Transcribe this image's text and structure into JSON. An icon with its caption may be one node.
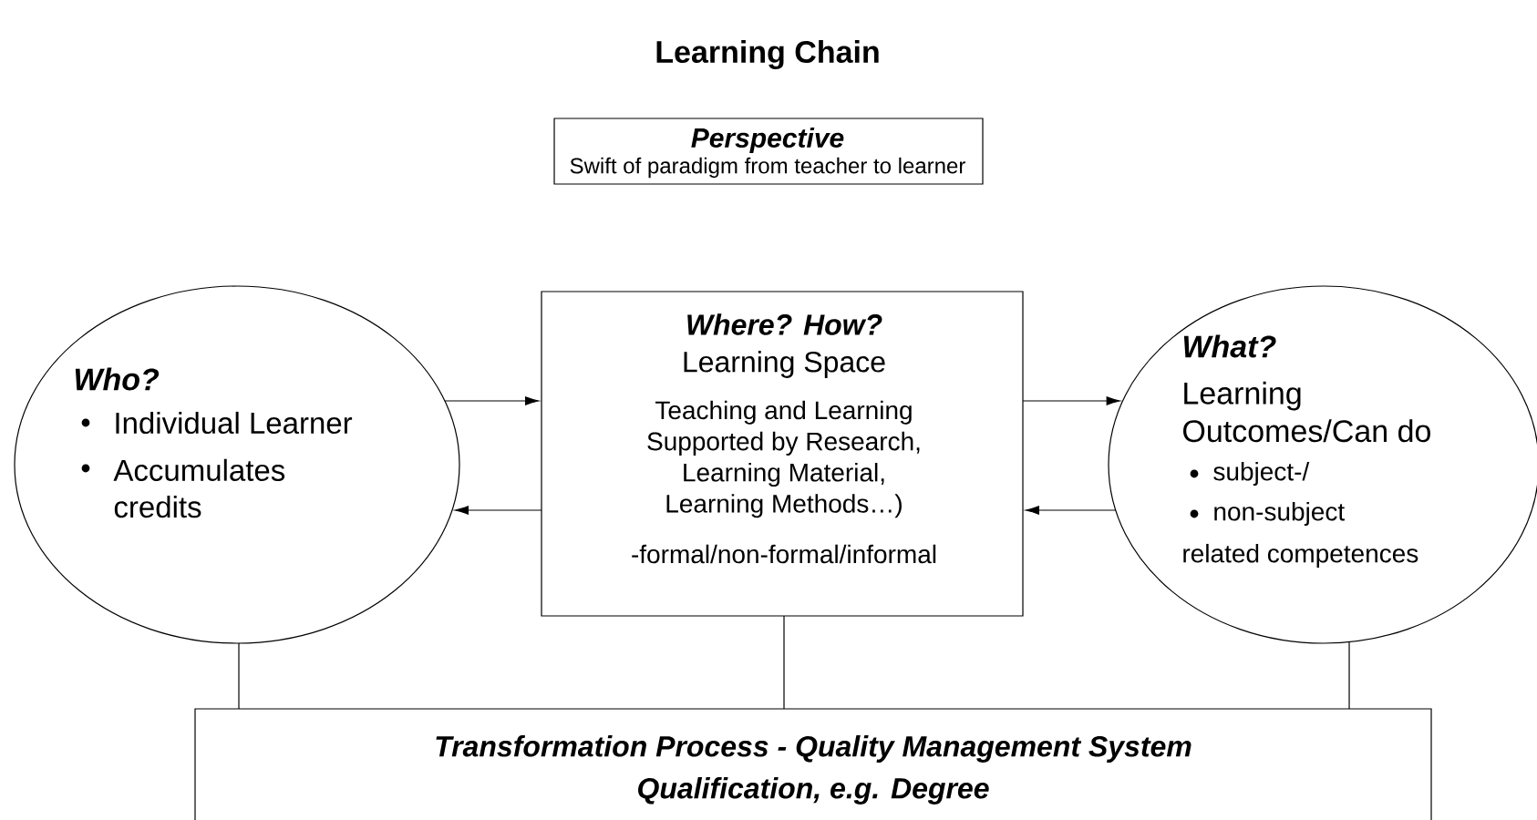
{
  "diagram": {
    "title": "Learning Chain",
    "nodes": [
      {
        "text": [
          "Perspective",
          "Swift of paradigm from teacher to learner"
        ]
      },
      {
        "text": [
          "Who?",
          "Individual Learner",
          "Accumulates credits"
        ]
      },
      {
        "text": [
          "Where? How?",
          "Learning Space",
          "Teaching and Learning Supported by Research, Learning Material, Learning Methods…)",
          "-formal/non-formal/informal"
        ]
      },
      {
        "text": [
          "What?",
          "Learning Outcomes/Can do",
          "subject-/",
          "non-subject",
          "related competences"
        ]
      },
      {
        "text": [
          "Transformation Process - Quality Management System",
          "Qualification, e.g. Degree"
        ]
      }
    ],
    "edges": [
      {
        "from": 1,
        "to": 2,
        "arrow": "to"
      },
      {
        "from": 2,
        "to": 1,
        "arrow": "to"
      },
      {
        "from": 2,
        "to": 3,
        "arrow": "to"
      },
      {
        "from": 3,
        "to": 2,
        "arrow": "to"
      },
      {
        "from": 1,
        "to": 4,
        "arrow": "none"
      },
      {
        "from": 2,
        "to": 4,
        "arrow": "none"
      },
      {
        "from": 3,
        "to": 4,
        "arrow": "none"
      }
    ]
  }
}
